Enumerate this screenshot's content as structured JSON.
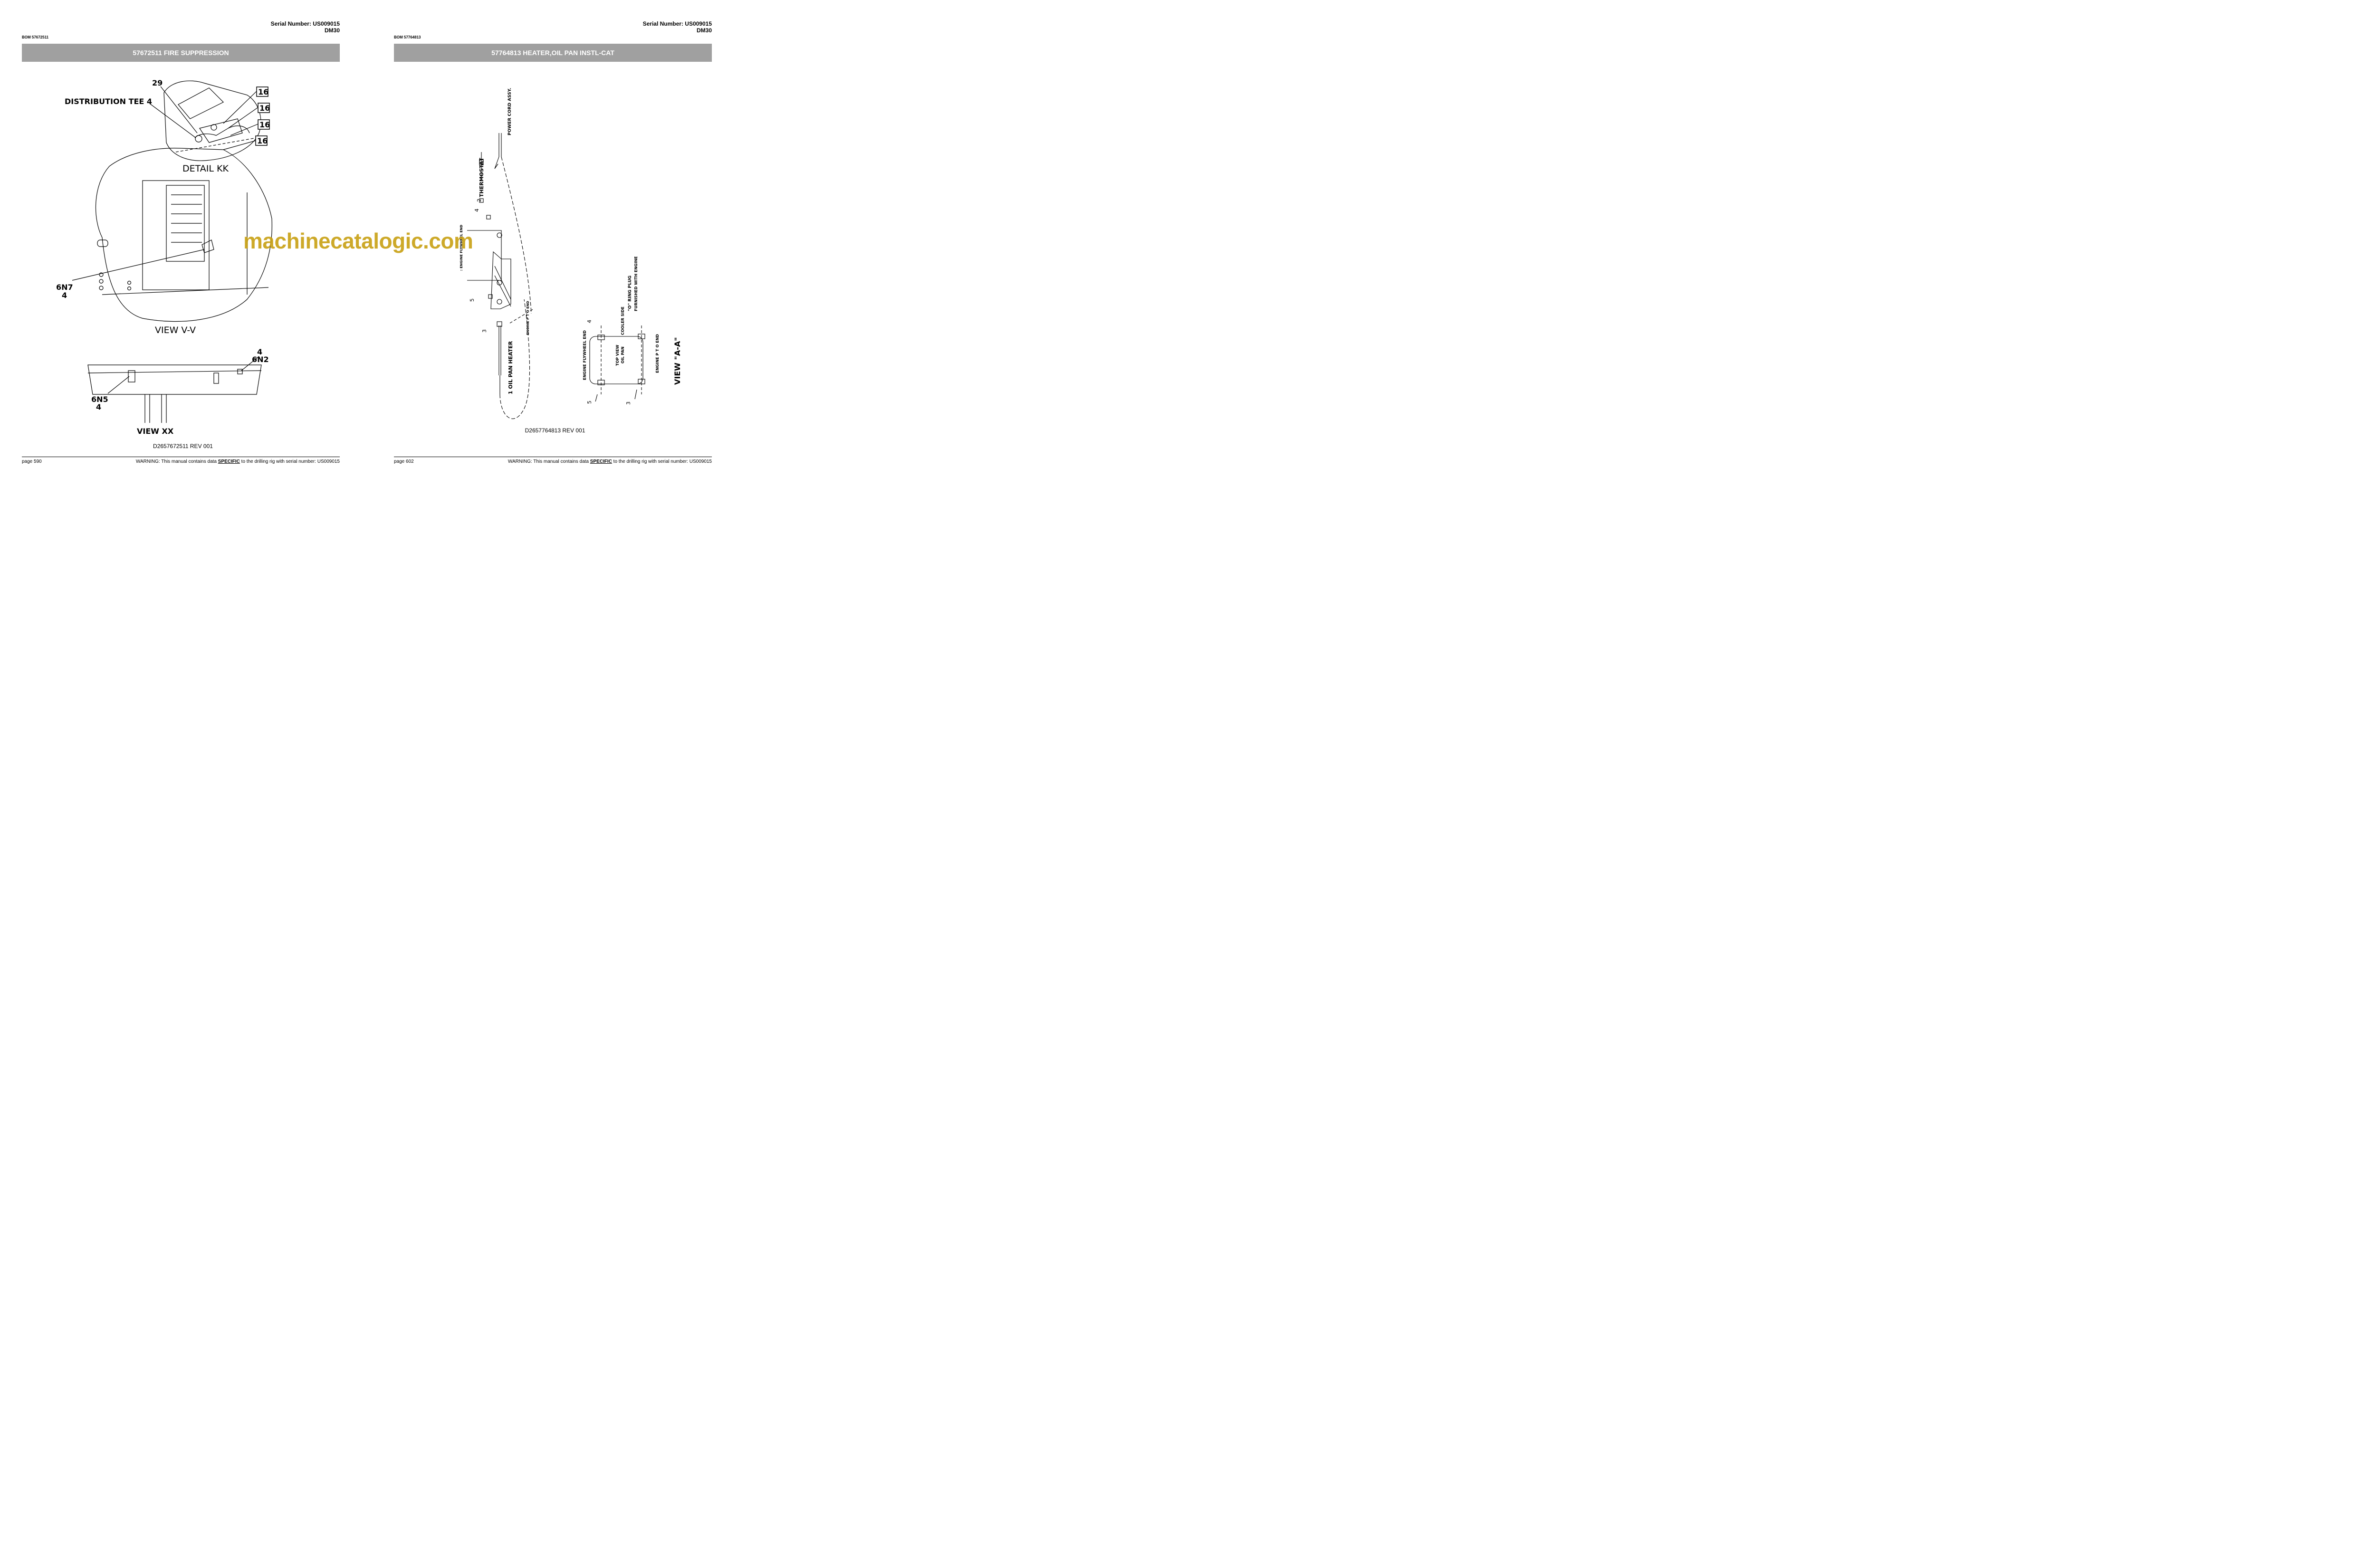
{
  "left_page": {
    "serial_number": "Serial Number: US009015",
    "model": "DM30",
    "bom": "BOM 57672511",
    "title": "57672511 FIRE SUPPRESSION",
    "labels": {
      "item_29": "29",
      "distribution_tee": "DISTRIBUTION TEE 4",
      "callout_16_a": "16",
      "callout_16_b": "16",
      "callout_16_c": "16",
      "callout_16_d": "16",
      "detail_kk": "DETAIL KK",
      "part_6n7": "6N7",
      "qty_6n7": "4",
      "view_vv": "VIEW V-V",
      "qty_6n2": "4",
      "part_6n2": "6N2",
      "part_6n5": "6N5",
      "qty_6n5": "4",
      "view_xx": "VIEW XX"
    },
    "doc_number": "D2657672511 REV 001",
    "page_number": "page 590",
    "warning_pre": "WARNING:  This manual contains data ",
    "warning_emph": "SPECIFIC",
    "warning_post": " to the drilling rig with serial number: US009015"
  },
  "right_page": {
    "serial_number": "Serial Number: US009015",
    "model": "DM30",
    "bom": "BOM 57764813",
    "title": "57764813 HEATER,OIL PAN INSTL-CAT",
    "labels": {
      "power_cord": "POWER CORD ASSY.",
      "thermostat": "THERMOSTAT",
      "item_2": "2",
      "item_4": "4",
      "engine_flywheel_end_a": ": ENGINE FLYWHEEL END",
      "item_5": "5",
      "engine_pto_end_a": "ENGINE P T O END",
      "item_3": "3",
      "oil_pan_heater": "1 OIL PAN HEATER",
      "o_ring_plug": "\"O\" RING PLUG",
      "furnished": "FURNISHED WITH ENGINE",
      "cooler_side": "COOLER SIDE",
      "item_4b": "4",
      "engine_flywheel_end_b": "ENGINE FLYWHEEL END",
      "top_view": "TOP VIEW",
      "oil_pan": "OIL PAN",
      "engine_pto_end_b": "ENGINE P T O END",
      "view_aa": "VIEW \"A-A\"",
      "item_5b": "5",
      "item_3b": "3"
    },
    "doc_number": "D2657764813 REV 001",
    "page_number": "page 602",
    "warning_pre": "WARNING:  This manual contains data ",
    "warning_emph": "SPECIFIC",
    "warning_post": " to the drilling rig with serial number: US009015"
  },
  "watermark": "machinecatalogic.com",
  "colors": {
    "banner": "#a0a0a0",
    "watermark": "#c8a012"
  }
}
